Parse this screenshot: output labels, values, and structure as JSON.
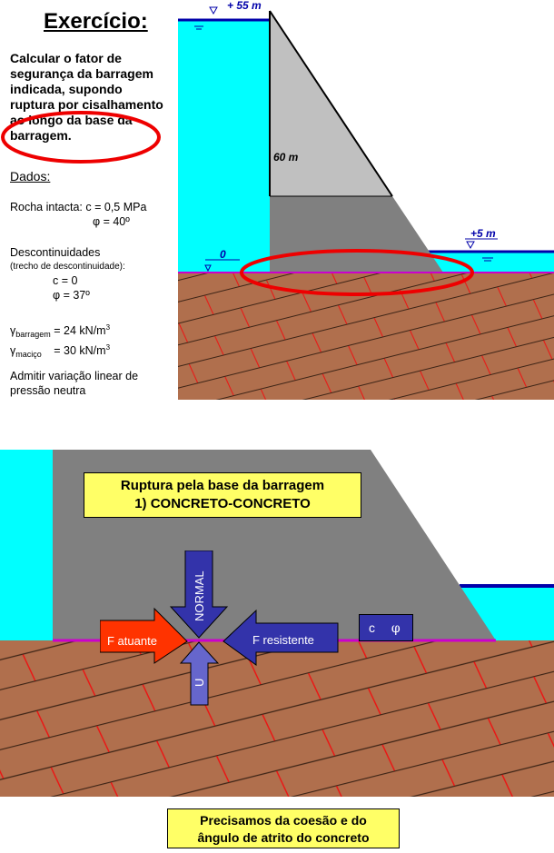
{
  "slide1": {
    "title": "Exercício:",
    "problem": {
      "line1": "Calcular o fator de",
      "line2": "segurança da barragem",
      "line3": "indicada, supondo",
      "line4": "ruptura por cisalhamento",
      "line5": "ao longo da base da",
      "line6": "barragem."
    },
    "dados_heading": "Dados:",
    "rocha": {
      "label": "Rocha intacta: c = 0,5 MPa",
      "phi": "φ = 40º"
    },
    "descont": {
      "label": "Descontinuidades",
      "sub": "(trecho de descontinuidade):",
      "c": "c = 0",
      "phi": "φ = 37º"
    },
    "gamma_barragem": {
      "symbol": "γ",
      "sub": "barragem",
      "value": "= 24 kN/m",
      "exp": "3"
    },
    "gamma_macico": {
      "symbol": "γ",
      "sub": "maciço",
      "value": "= 30 kN/m",
      "exp": "3"
    },
    "admitir": {
      "line1": "Admitir variação linear de",
      "line2": "pressão neutra"
    },
    "diagram": {
      "level_top": "+ 55 m",
      "height": "60 m",
      "level_base": "0",
      "level_down": "+5 m"
    }
  },
  "slide2": {
    "box_line1": "Ruptura pela base da barragem",
    "box_line2": "1) CONCRETO-CONCRETO",
    "normal": "NORMAL",
    "u": "U",
    "f_atuante": "F atuante",
    "f_resistente": "F resistente",
    "c": "c",
    "phi": "φ",
    "bottom_line1": "Precisamos da coesão e do",
    "bottom_line2": "ângulo de atrito do concreto"
  },
  "colors": {
    "water": "#00ffff",
    "dam_top": "#c0c0c0",
    "dam_bottom": "#808080",
    "rock": "#b06f4d",
    "callout": "#ffff66",
    "arrow_red": "#ff3300",
    "arrow_blue": "#3333aa",
    "ellipse": "#ee0000"
  }
}
